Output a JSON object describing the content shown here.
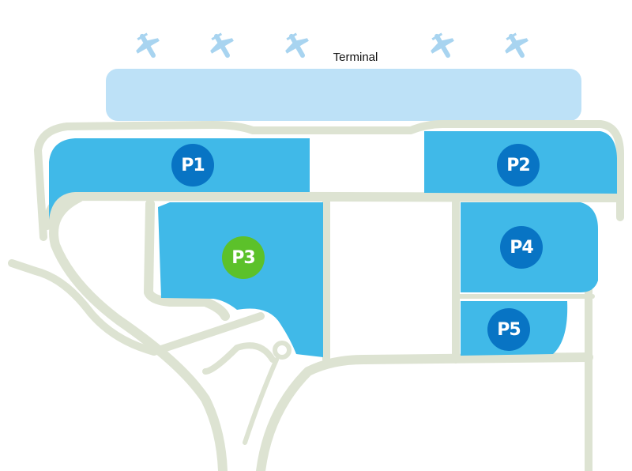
{
  "terminal": {
    "label": "Terminal"
  },
  "colors": {
    "road": "#dde3d2",
    "lot": "#40b9e8",
    "terminal": "#bde1f7",
    "plane": "#a8d4f0",
    "badge": "#0874c4",
    "badge_highlight": "#5cc12a"
  },
  "icons": {
    "plane": "airplane-icon"
  },
  "parking": [
    {
      "id": "P1",
      "label": "P1",
      "highlighted": false
    },
    {
      "id": "P2",
      "label": "P2",
      "highlighted": false
    },
    {
      "id": "P3",
      "label": "P3",
      "highlighted": true
    },
    {
      "id": "P4",
      "label": "P4",
      "highlighted": false
    },
    {
      "id": "P5",
      "label": "P5",
      "highlighted": false
    }
  ]
}
